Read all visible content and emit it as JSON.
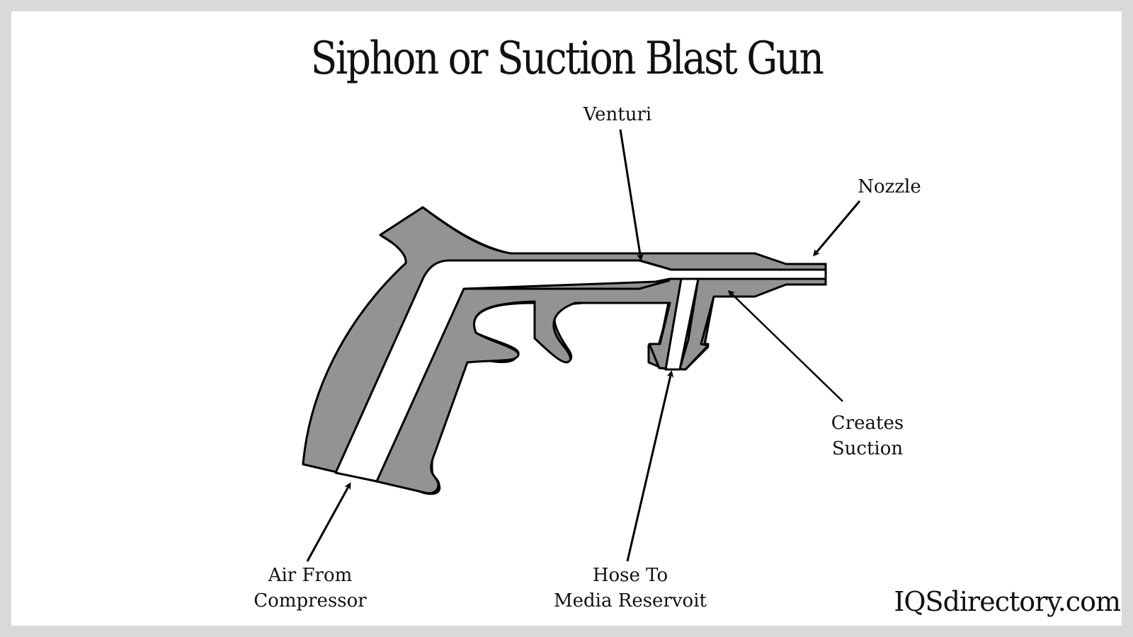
{
  "title": "Siphon or Suction Blast Gun",
  "labels": {
    "venturi": "Venturi",
    "nozzle": "Nozzle",
    "creates_suction_line1": "Creates",
    "creates_suction_line2": "Suction",
    "air_from_line1": "Air From",
    "air_from_line2": "Compressor",
    "hose_to_line1": "Hose To",
    "hose_to_line2": "Media Reservoit"
  },
  "brand": "IQSdirectory.com",
  "colors": {
    "body_fill": "#939396",
    "outline": "#000000",
    "background": "#ffffff",
    "frame": "#d9d9d9"
  }
}
